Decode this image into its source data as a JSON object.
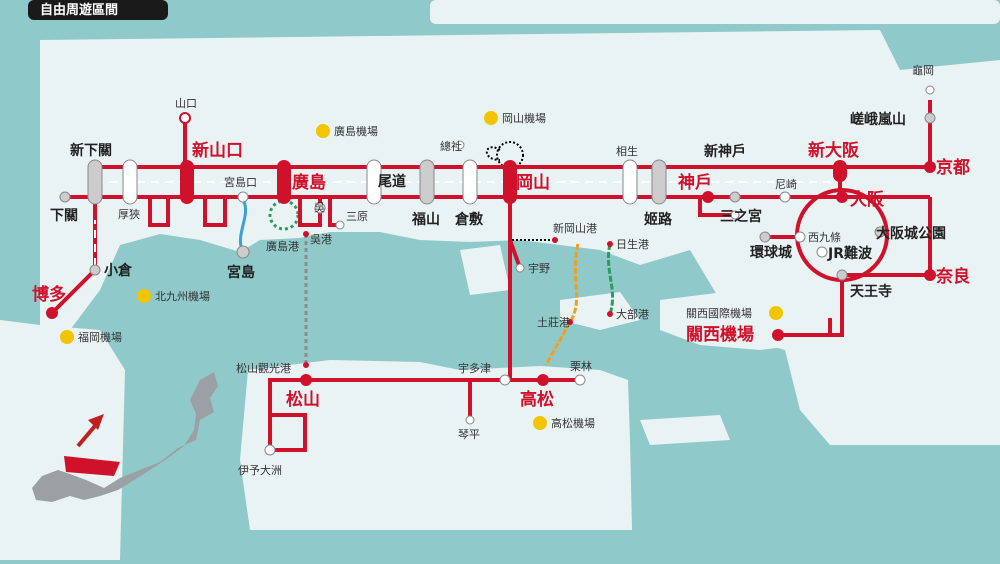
{
  "header": {
    "title": "自由周遊區間"
  },
  "colors": {
    "sea": "#8fc9c9",
    "land": "#eaf3f4",
    "rail": "#d0112b",
    "major_station": "#d0112b",
    "minor_station_fill": "#ffffff",
    "minor_station_stroke": "#999999",
    "ferry_grey": "#8c8c8c",
    "ferry_blue": "#3aa0d8",
    "ferry_green": "#2a9d5c",
    "ferry_orange": "#f0a020",
    "airport_icon": "#f2c500"
  },
  "stations": {
    "hakata": "博多",
    "kokura": "小倉",
    "shimonoseki": "下關",
    "shin_shimonoseki": "新下關",
    "asa": "厚狹",
    "yamaguchi": "山口",
    "shin_yamaguchi": "新山口",
    "miyajimaguchi": "宮島口",
    "miyajima": "宮島",
    "hiroshima": "廣島",
    "hiroshima_port": "廣島港",
    "kure": "吳",
    "kure_port": "吳港",
    "mihara": "三原",
    "onomichi": "尾道",
    "fukuyama": "福山",
    "kurashiki": "倉敷",
    "soja": "總社",
    "okayama": "岡山",
    "shin_okayama_port": "新岡山港",
    "uno": "宇野",
    "aioi": "相生",
    "himeji": "姬路",
    "shin_kobe": "新神戶",
    "kobe": "神戶",
    "sannomiya": "三之宮",
    "amagasaki": "尼崎",
    "shin_osaka": "新大阪",
    "osaka": "大阪",
    "kyoto": "京都",
    "kameoka": "龜岡",
    "saga_arashiyama": "嵯峨嵐山",
    "osakajokoen": "大阪城公園",
    "nishikujo": "西九條",
    "jr_namba": "JR難波",
    "tennoji": "天王寺",
    "nara": "奈良",
    "kansai_airport_station": "關西機場",
    "universal_city": "環球城",
    "hinase_port": "日生港",
    "obe_port": "大部港",
    "tonosho_port": "土莊港",
    "takamatsu": "高松",
    "ritsurin": "栗林",
    "utazu": "宇多津",
    "kotohira": "琴平",
    "matsuyama": "松山",
    "matsuyama_kanko_port": "松山觀光港",
    "iyo_ozu": "伊予大洲"
  },
  "airports": {
    "hiroshima": "廣島機場",
    "okayama": "岡山機場",
    "kitakyushu": "北九州機場",
    "fukuoka": "福岡機場",
    "kansai": "關西國際機場",
    "takamatsu": "高松機場"
  }
}
